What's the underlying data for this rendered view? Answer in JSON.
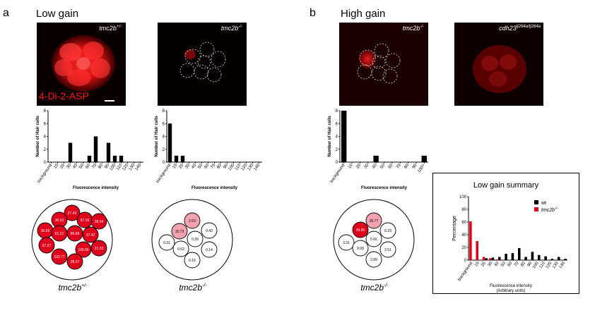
{
  "panel_a": {
    "letter": "a",
    "title": "Low gain",
    "image_wt": {
      "label_base": "tmc2b",
      "label_sup": "+/-",
      "dye_label": "4-Di-2-ASP"
    },
    "image_mut": {
      "label_base": "tmc2b",
      "label_sup": "-/-"
    },
    "genotype_wt": {
      "base": "tmc2b",
      "sup": "+/-"
    },
    "genotype_mut": {
      "base": "tmc2b",
      "sup": "-/-"
    },
    "cells_wt": [
      {
        "value": "27.43",
        "color": "#e0001c"
      },
      {
        "value": "36.53",
        "color": "#e0001c"
      },
      {
        "value": "67.16",
        "color": "#e0001c"
      },
      {
        "value": "38.34",
        "color": "#e0001c"
      },
      {
        "value": "30.69",
        "color": "#e0001c"
      },
      {
        "value": "61.21",
        "color": "#e0001c"
      },
      {
        "value": "86.68",
        "color": "#e0001c"
      },
      {
        "value": "37.42",
        "color": "#e0001c"
      },
      {
        "value": "37.27",
        "color": "#e0001c"
      },
      {
        "value": "100.66",
        "color": "#e0001c"
      },
      {
        "value": "21.33",
        "color": "#e0001c"
      },
      {
        "value": "103.77",
        "color": "#e0001c"
      },
      {
        "value": "28.27",
        "color": "#e0001c"
      }
    ],
    "cells_mut": [
      {
        "value": "2.63",
        "color": "#f3a3b0"
      },
      {
        "value": "15.73",
        "color": "#f3a3b0"
      },
      {
        "value": "0.43",
        "color": "#ffffff"
      },
      {
        "value": "0.39",
        "color": "#ffffff"
      },
      {
        "value": "0.31",
        "color": "#ffffff"
      },
      {
        "value": "0.62",
        "color": "#ffffff"
      },
      {
        "value": "0.14",
        "color": "#ffffff"
      },
      {
        "value": "0.16",
        "color": "#ffffff"
      }
    ]
  },
  "panel_b": {
    "letter": "b",
    "title": "High gain",
    "image_mut": {
      "label_base": "tmc2b",
      "label_sup": "-/-"
    },
    "image_cdh": {
      "label_base": "cdh23",
      "label_sup": "tj264a/tj264a"
    },
    "genotype_mut": {
      "base": "tmc2b",
      "sup": "-/-"
    },
    "cells_mut": [
      {
        "value": "35.77",
        "color": "#f3a3b0"
      },
      {
        "value": "39.80",
        "color": "#e0001c"
      },
      {
        "value": "6.23",
        "color": "#ffffff"
      },
      {
        "value": "3.31",
        "color": "#ffffff"
      },
      {
        "value": "5.66",
        "color": "#ffffff"
      },
      {
        "value": "9.08",
        "color": "#ffffff"
      },
      {
        "value": "2.51",
        "color": "#ffffff"
      },
      {
        "value": "2.89",
        "color": "#ffffff"
      }
    ]
  },
  "chart_data": [
    {
      "type": "bar",
      "ylabel": "Number of Hair cells",
      "xlabel": "Fluorescence intensity",
      "xlabel_sub": "(Arbitrary units)",
      "ylim": [
        0,
        8
      ],
      "yticks": [
        0,
        2,
        4,
        6,
        8
      ],
      "categories": [
        "background",
        "10",
        "20",
        "30",
        "40",
        "50",
        "60",
        "70",
        "80",
        "90",
        "100",
        "110",
        "120",
        "130",
        "140"
      ],
      "series": [
        {
          "values": [
            0,
            0,
            0,
            3,
            0,
            0,
            1,
            4,
            0,
            3,
            1,
            1,
            0,
            0,
            0
          ]
        }
      ]
    },
    {
      "type": "bar",
      "ylabel": "Number of Hair cells",
      "xlabel": "Fluorescence intensity",
      "xlabel_sub": "(Arbitrary units)",
      "ylim": [
        0,
        8
      ],
      "yticks": [
        0,
        2,
        4,
        6,
        8
      ],
      "categories": [
        "background",
        "10",
        "20",
        "30",
        "40",
        "50",
        "60",
        "70",
        "80",
        "90",
        "100",
        "110",
        "120",
        "130",
        "140"
      ],
      "series": [
        {
          "values": [
            6,
            1,
            1,
            0,
            0,
            0,
            0,
            0,
            0,
            0,
            0,
            0,
            0,
            0,
            0
          ]
        }
      ]
    },
    {
      "type": "bar",
      "ylabel": "Number of Hair cells",
      "xlabel": "Fluorescence intensity",
      "xlabel_sub": "(Arbitrary units)",
      "ylim": [
        0,
        8
      ],
      "yticks": [
        0,
        2,
        4,
        6,
        8
      ],
      "categories": [
        "background",
        "10",
        "20",
        "30",
        "40",
        "50",
        "60",
        "70",
        "80",
        "90",
        "100+"
      ],
      "series": [
        {
          "values": [
            8,
            0,
            0,
            0,
            1,
            0,
            0,
            0,
            0,
            0,
            1
          ]
        }
      ]
    },
    {
      "type": "bar",
      "title": "Low gain summary",
      "ylabel": "Percentage",
      "xlabel": "Fluorescence intensity",
      "xlabel_sub": "(Arbitrary units)",
      "ylim": [
        0,
        100
      ],
      "yticks": [
        0,
        20,
        40,
        60,
        80,
        100
      ],
      "categories": [
        "background",
        "10",
        "20",
        "30",
        "40",
        "50",
        "60",
        "70",
        "80",
        "90",
        "100",
        "110",
        "120",
        "130",
        "140"
      ],
      "series": [
        {
          "name": "wt",
          "color": "#000000",
          "values": [
            0,
            0,
            3,
            4,
            5,
            10,
            11,
            19,
            5,
            13,
            8,
            6,
            2,
            5,
            2
          ]
        },
        {
          "name": "tmc2b",
          "name_sup": "-/-",
          "color": "#e0001c",
          "values": [
            61,
            30,
            5,
            3,
            1,
            0,
            0,
            0,
            0,
            0,
            0,
            0,
            0,
            0,
            0
          ]
        }
      ]
    }
  ]
}
